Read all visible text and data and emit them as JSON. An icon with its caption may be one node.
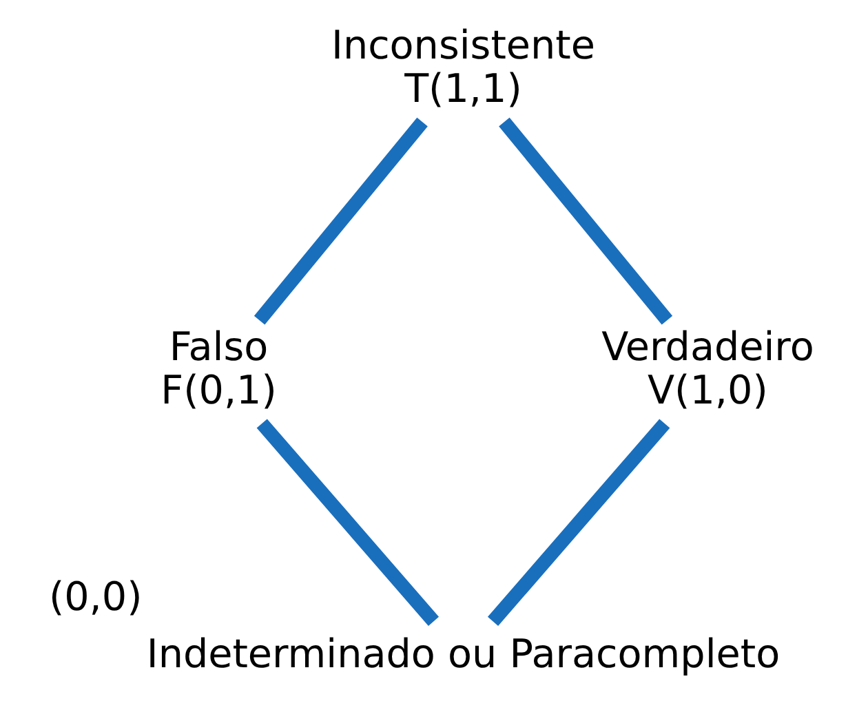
{
  "diagram": {
    "nodes": [
      {
        "text": [
          "Inconsistente",
          "T(1,1)"
        ]
      },
      {
        "text": [
          "Falso",
          "F(0,1)"
        ]
      },
      {
        "text": [
          "Verdadeiro",
          "V(1,0)"
        ]
      },
      {
        "text": [
          "Indeterminado ou Paracompleto"
        ],
        "beside": [
          "(0,0)"
        ]
      }
    ],
    "edges": [
      {
        "from": 0,
        "to": 1,
        "arrow": "none"
      },
      {
        "from": 0,
        "to": 2,
        "arrow": "none"
      },
      {
        "from": 1,
        "to": 3,
        "arrow": "none"
      },
      {
        "from": 2,
        "to": 3,
        "arrow": "none"
      }
    ]
  }
}
